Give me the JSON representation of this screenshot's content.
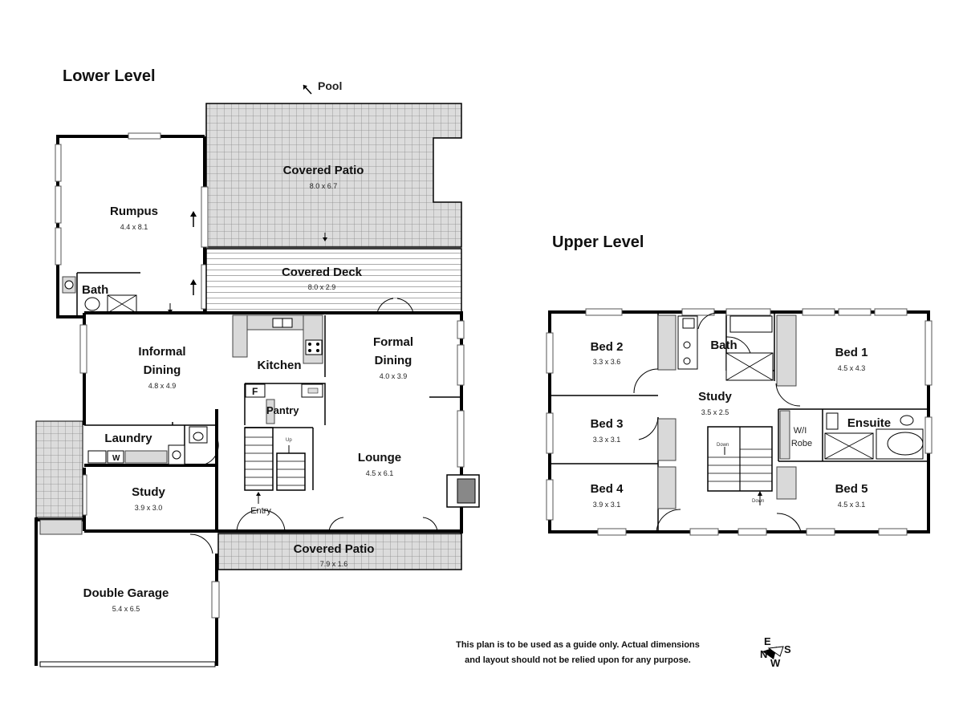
{
  "lower_level": {
    "title": "Lower Level",
    "pool_label": "Pool",
    "rooms": {
      "covered_patio_top": {
        "name": "Covered Patio",
        "dim": "8.0 x 6.7"
      },
      "rumpus": {
        "name": "Rumpus",
        "dim": "4.4 x 8.1"
      },
      "covered_deck": {
        "name": "Covered Deck",
        "dim": "8.0 x 2.9"
      },
      "bath": {
        "name": "Bath"
      },
      "informal_dining_1": {
        "name": "Informal"
      },
      "informal_dining_2": {
        "name": "Dining",
        "dim": "4.8 x 4.9"
      },
      "kitchen": {
        "name": "Kitchen"
      },
      "formal_dining_1": {
        "name": "Formal"
      },
      "formal_dining_2": {
        "name": "Dining",
        "dim": "4.0 x 3.9"
      },
      "pantry": {
        "name": "Pantry",
        "fridge": "F"
      },
      "laundry": {
        "name": "Laundry",
        "washer": "W"
      },
      "lounge": {
        "name": "Lounge",
        "dim": "4.5 x 6.1"
      },
      "study": {
        "name": "Study",
        "dim": "3.9 x 3.0"
      },
      "entry": {
        "name": "Entry"
      },
      "covered_patio_bottom": {
        "name": "Covered Patio",
        "dim": "7.9 x 1.6"
      },
      "double_garage": {
        "name": "Double Garage",
        "dim": "5.4 x 6.5"
      }
    },
    "up_marker": "Up"
  },
  "upper_level": {
    "title": "Upper Level",
    "rooms": {
      "bed2": {
        "name": "Bed 2",
        "dim": "3.3 x 3.6"
      },
      "bath": {
        "name": "Bath"
      },
      "bed1": {
        "name": "Bed 1",
        "dim": "4.5 x 4.3"
      },
      "study": {
        "name": "Study",
        "dim": "3.5 x 2.5"
      },
      "bed3": {
        "name": "Bed 3",
        "dim": "3.3 x 3.1"
      },
      "wir_1": {
        "name": "W/I"
      },
      "wir_2": {
        "name": "Robe"
      },
      "ensuite": {
        "name": "Ensuite"
      },
      "bed4": {
        "name": "Bed 4",
        "dim": "3.9 x 3.1"
      },
      "bed5": {
        "name": "Bed 5",
        "dim": "4.5 x 3.1"
      }
    },
    "down_marker": "Down"
  },
  "disclaimer": {
    "line1": "This plan is to be used as a guide only. Actual dimensions",
    "line2": "and layout should not be relied upon for any purpose."
  },
  "compass": {
    "n": "N",
    "e": "E",
    "s": "S",
    "w": "W"
  }
}
